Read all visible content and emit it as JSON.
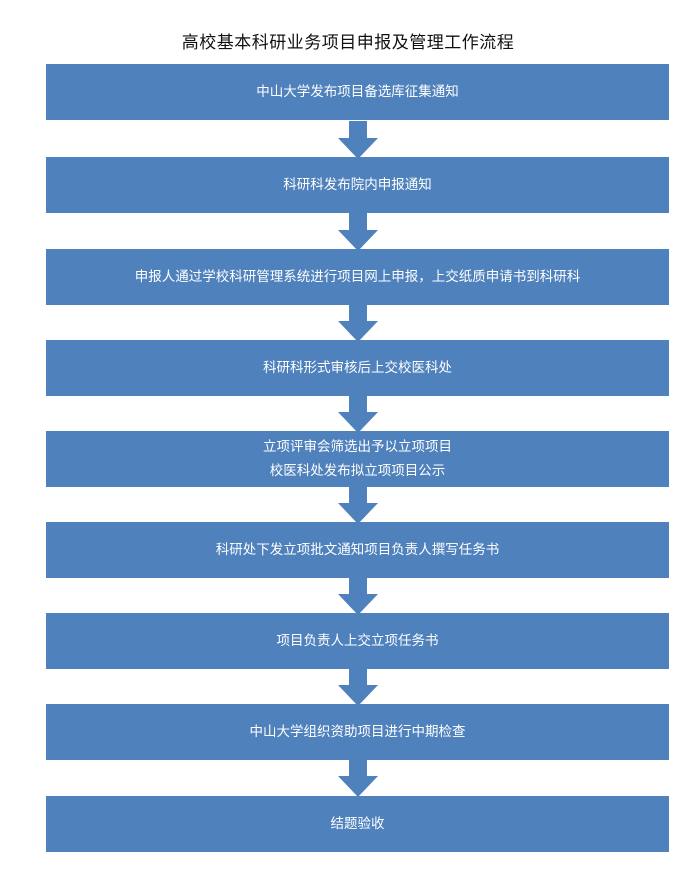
{
  "title": "高校基本科研业务项目申报及管理工作流程",
  "steps": [
    {
      "lines": [
        "中山大学发布项目备选库征集通知"
      ]
    },
    {
      "lines": [
        "科研科发布院内申报通知"
      ]
    },
    {
      "lines": [
        "申报人通过学校科研管理系统进行项目网上申报，上交纸质申请书到科研科"
      ]
    },
    {
      "lines": [
        "科研科形式审核后上交校医科处"
      ]
    },
    {
      "lines": [
        "立项评审会筛选出予以立项项目",
        "校医科处发布拟立项项目公示"
      ]
    },
    {
      "lines": [
        "科研处下发立项批文通知项目负责人撰写任务书"
      ]
    },
    {
      "lines": [
        "项目负责人上交立项任务书"
      ]
    },
    {
      "lines": [
        "中山大学组织资助项目进行中期检查"
      ]
    },
    {
      "lines": [
        "结题验收"
      ]
    }
  ],
  "colors": {
    "box_fill": "#4f81bd",
    "box_text": "#ffffff",
    "arrow_fill": "#4f81bd"
  }
}
